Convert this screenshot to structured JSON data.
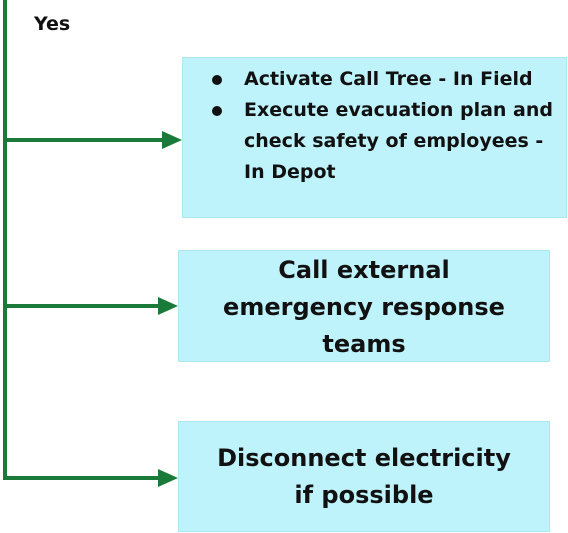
{
  "colors": {
    "connector": "#1a7a3a",
    "box_fill": "#bff3fb",
    "text": "#111111"
  },
  "branch_label": "Yes",
  "actions": [
    {
      "bullets": [
        "Activate Call Tree - In Field",
        "Execute evacuation plan and check safety of employees - In Depot"
      ]
    },
    {
      "text": "Call external\nemergency response\nteams"
    },
    {
      "text": "Disconnect electricity\nif possible"
    }
  ]
}
